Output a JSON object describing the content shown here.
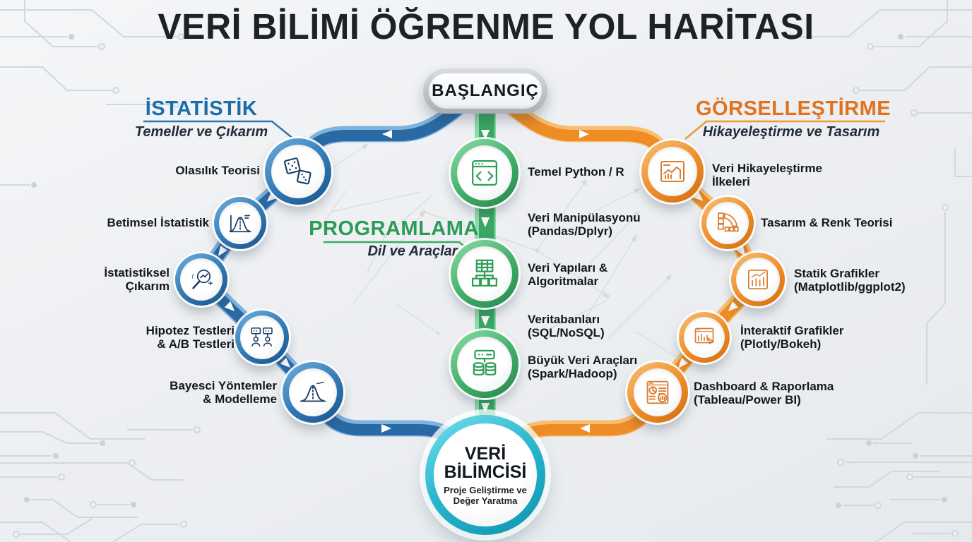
{
  "title": "VERİ BİLİMİ ÖĞRENME YOL HARİTASI",
  "start_label": "BAŞLANGIÇ",
  "colors": {
    "blue": "#2c70aa",
    "green": "#3fae68",
    "orange": "#ee8c26",
    "teal": "#1aa9c0"
  },
  "statistics": {
    "title": "İSTATİSTİK",
    "subtitle": "Temeller ve Çıkarım",
    "items": [
      {
        "icon": "dice-icon",
        "line1": "Olasılık Teorisi",
        "line2": ""
      },
      {
        "icon": "distribution-curve-icon",
        "line1": "Betimsel İstatistik",
        "line2": ""
      },
      {
        "icon": "magnifier-formula-icon",
        "line1": "İstatistiksel",
        "line2": "Çıkarım"
      },
      {
        "icon": "ab-test-icon",
        "line1": "Hipotez Testleri",
        "line2": "& A/B Testleri"
      },
      {
        "icon": "bayes-curve-icon",
        "line1": "Bayesci Yöntemler",
        "line2": "& Modelleme"
      }
    ]
  },
  "programming": {
    "title": "PROGRAMLAMA",
    "subtitle": "Dil ve Araçlar",
    "items": [
      {
        "icon": "code-window-icon",
        "line1": "Temel Python / R",
        "line2": ""
      },
      {
        "icon": "",
        "line1": "Veri Manipülasyonu",
        "line2": "(Pandas/Dplyr)"
      },
      {
        "icon": "table-tree-icon",
        "line1": "Veri Yapıları &",
        "line2": "Algoritmalar"
      },
      {
        "icon": "",
        "line1": "Veritabanları",
        "line2": "(SQL/NoSQL)"
      },
      {
        "icon": "server-database-icon",
        "line1": "Büyük Veri Araçları",
        "line2": "(Spark/Hadoop)"
      }
    ]
  },
  "visualization": {
    "title": "GÖRSELLEŞTİRME",
    "subtitle": "Hikayeleştirme ve Tasarım",
    "items": [
      {
        "icon": "story-chart-icon",
        "line1": "Veri Hikayeleştirme",
        "line2": "İlkeleri"
      },
      {
        "icon": "color-palette-icon",
        "line1": "Tasarım & Renk Teorisi",
        "line2": ""
      },
      {
        "icon": "bar-chart-icon",
        "line1": "Statik Grafikler",
        "line2": "(Matplotlib/ggplot2)"
      },
      {
        "icon": "interactive-chart-icon",
        "line1": "İnteraktif Grafikler",
        "line2": "(Plotly/Bokeh)"
      },
      {
        "icon": "dashboard-report-icon",
        "line1": "Dashboard & Raporlama",
        "line2": "(Tableau/Power BI)"
      }
    ]
  },
  "end": {
    "label": "VERİ BİLİMCİSİ",
    "sublabel": "Proje Geliştirme ve Değer Yaratma"
  }
}
